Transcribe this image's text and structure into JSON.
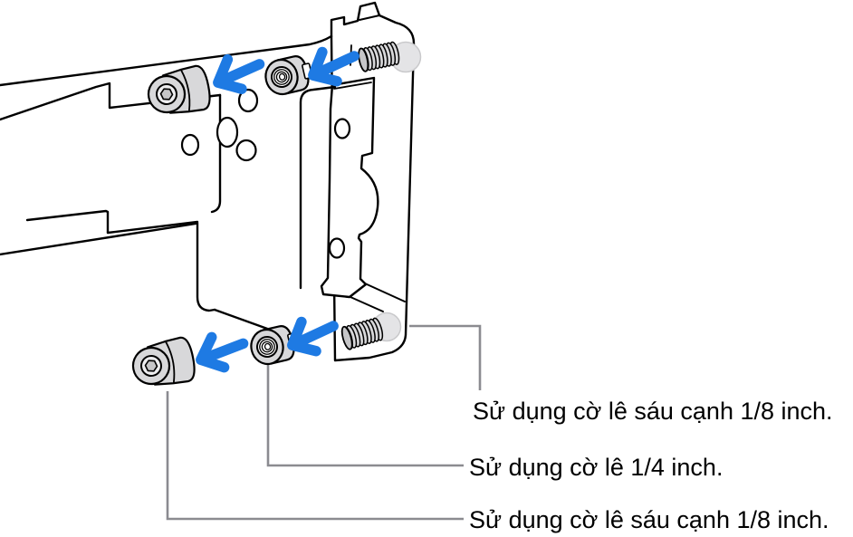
{
  "figure": {
    "type": "technical-illustration",
    "subject": "Rack-mount rail assembly showing screws, barrel nuts and bracket",
    "colors": {
      "background": "#ffffff",
      "outline": "#000000",
      "metal_fill": "#d8d8da",
      "arrow_blue": "#1e7ae3",
      "callout_gray": "#8b8b90",
      "label_text": "#000000"
    },
    "arrows": {
      "icon": "left-arrow",
      "direction": "left",
      "count": 4
    },
    "labels": [
      {
        "text": "Sử dụng cờ lê sáu cạnh 1/8 inch.",
        "target": "top-socket-screw"
      },
      {
        "text": "Sử dụng cờ lê 1/4 inch.",
        "target": "bottom-barrel-nut"
      },
      {
        "text": "Sử dụng cờ lê sáu cạnh 1/8 inch.",
        "target": "bottom-socket-screw"
      }
    ]
  }
}
